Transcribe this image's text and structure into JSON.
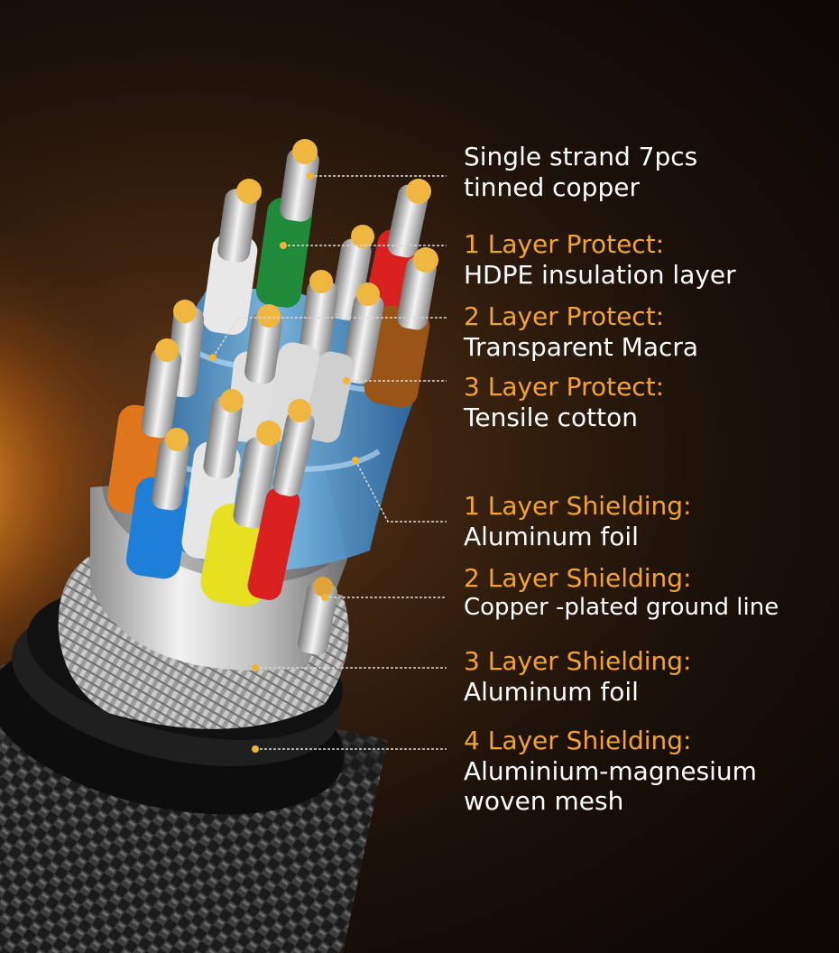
{
  "labels": [
    {
      "title": "Single strand 7pcs",
      "desc": "tinned copper"
    },
    {
      "title": "1 Layer Protect:",
      "desc": "HDPE insulation layer"
    },
    {
      "title": "2 Layer Protect:",
      "desc": "Transparent Macra"
    },
    {
      "title": "3 Layer Protect:",
      "desc": "Tensile cotton"
    },
    {
      "title": "1 Layer Shielding:",
      "desc": "Aluminum foil"
    },
    {
      "title": "2 Layer Shielding:",
      "desc": "Copper -plated ground line"
    },
    {
      "title": "3 Layer Shielding:",
      "desc": "Aluminum foil"
    },
    {
      "title": "4 Layer Shielding:",
      "desc": "Aluminium-magnesium",
      "desc2": "woven mesh"
    }
  ],
  "colors": {
    "accent": "#f2a431",
    "text": "#ffffff",
    "leader_line": "#d8d8d8",
    "wire_colors": [
      "#e8e8e8",
      "#1f8a3a",
      "#d8201f",
      "#9a5416",
      "#e0761b",
      "#1e7ed8",
      "#e6e021",
      "#c0c0c0"
    ]
  }
}
